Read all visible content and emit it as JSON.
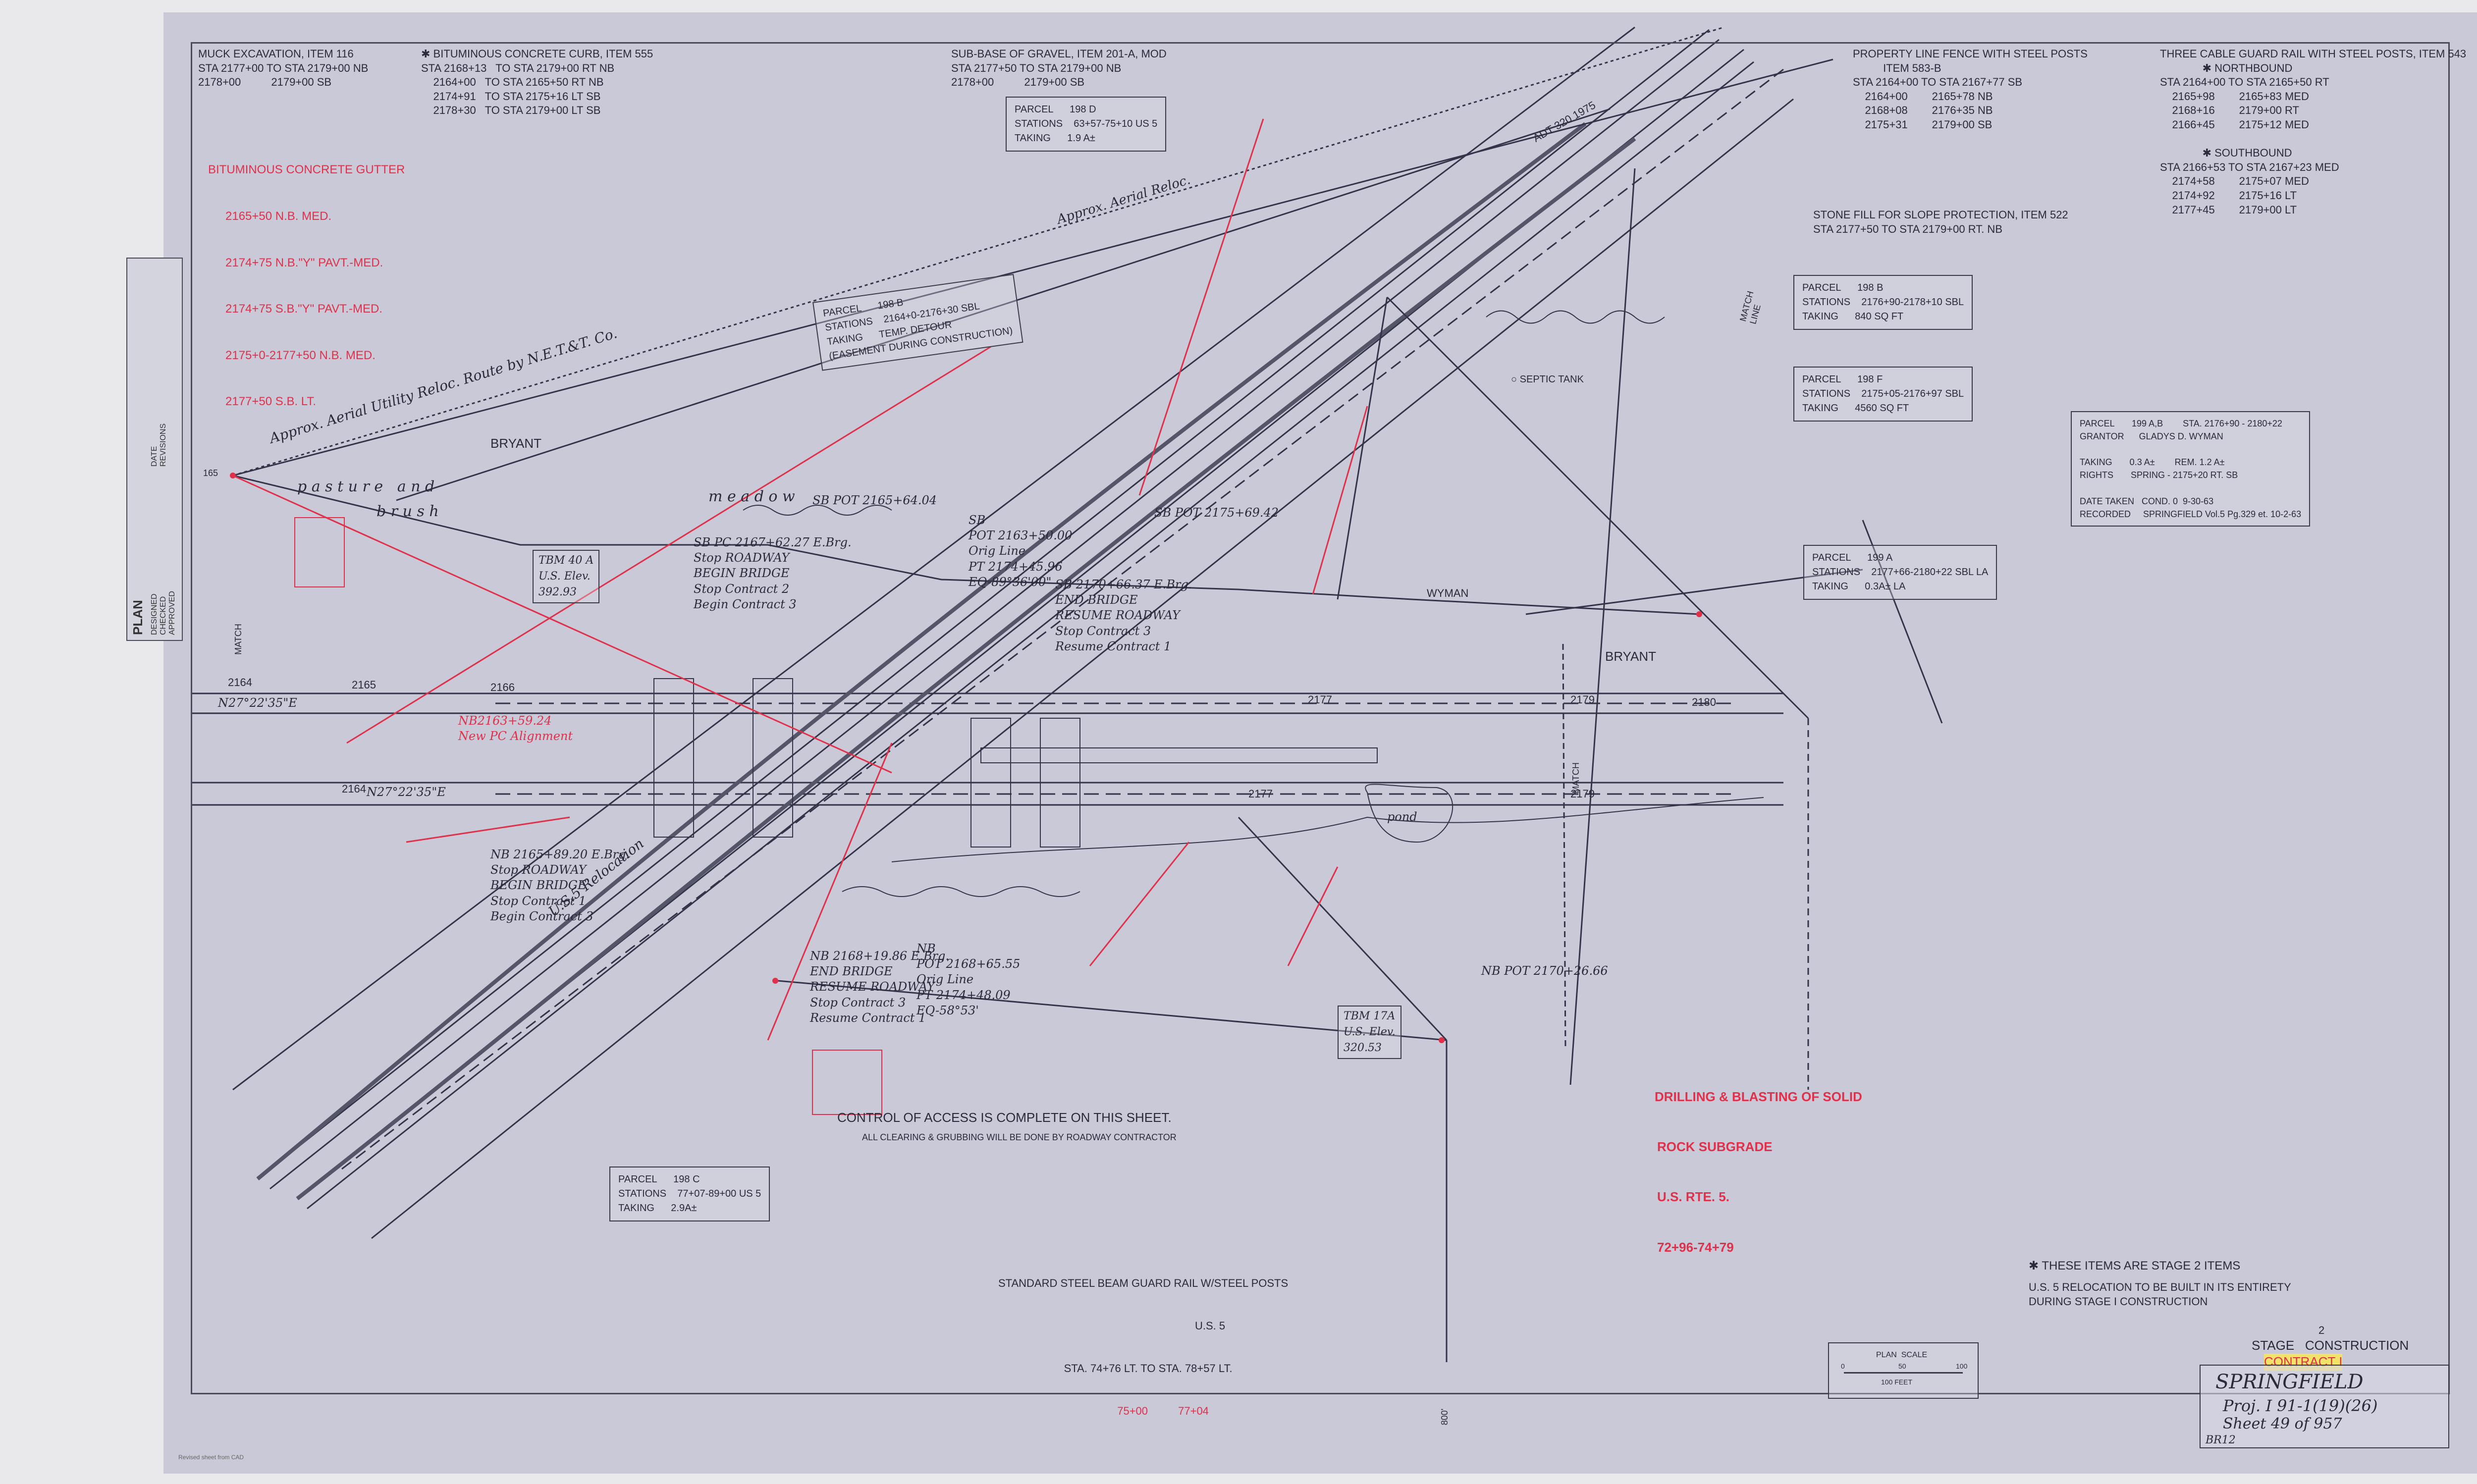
{
  "notes_top": {
    "muck": "MUCK EXCAVATION, ITEM 116\nSTA 2177+00 TO STA 2179+00 NB\n2178+00          2179+00 SB",
    "curb": "✱ BITUMINOUS CONCRETE CURB, ITEM 555\nSTA 2168+13   TO STA 2179+00 RT NB\n    2164+00   TO STA 2165+50 RT NB\n    2174+91   TO STA 2175+16 LT SB\n    2178+30   TO STA 2179+00 LT SB",
    "subbase": "SUB-BASE OF GRAVEL, ITEM 201-A, MOD\nSTA 2177+50 TO STA 2179+00 NB\n2178+00          2179+00 SB",
    "fence": "PROPERTY LINE FENCE WITH STEEL POSTS\n          ITEM 583-B\nSTA 2164+00 TO STA 2167+77 SB\n    2164+00        2165+78 NB\n    2168+08        2176+35 NB\n    2175+31        2179+00 SB",
    "guardrail": "THREE CABLE GUARD RAIL WITH STEEL POSTS, ITEM 543\n              ✱ NORTHBOUND\nSTA 2164+00 TO STA 2165+50 RT\n    2165+98        2165+83 MED\n    2168+16        2179+00 RT\n    2166+45        2175+12 MED\n\n              ✱ SOUTHBOUND\nSTA 2166+53 TO STA 2167+23 MED\n    2174+58        2175+07 MED\n    2174+92        2175+16 LT\n    2177+45        2179+00 LT"
  },
  "gutter": {
    "title": "BITUMINOUS CONCRETE GUTTER",
    "lines": [
      "2165+50 N.B. MED.",
      "2174+75 N.B.\"Y\" PAVT.-MED.",
      "2174+75 S.B.\"Y\" PAVT.-MED.",
      "2175+0-2177+50 N.B. MED.",
      "2177+50 S.B. LT."
    ]
  },
  "stone_fill": "STONE FILL FOR SLOPE PROTECTION, ITEM 522\nSTA 2177+50 TO STA 2179+00 RT. NB",
  "parcels": {
    "p198d": "PARCEL      198 D\nSTATIONS    63+57-75+10 US 5\nTAKING      1.9 A±",
    "p198b": "PARCEL      198 B\nSTATIONS    2176+90-2178+10 SBL\nTAKING      840 SQ FT",
    "p198f": "PARCEL      198 F\nSTATIONS    2175+05-2176+97 SBL\nTAKING      4560 SQ FT",
    "p199a": "PARCEL      199 A\nSTATIONS    2177+66-2180+22 SBL LA\nTAKING      0.3A± LA",
    "p198c": "PARCEL      198 C\nSTATIONS    77+07-89+00 US 5\nTAKING      2.9A±",
    "easement": "PARCEL      198 B\nSTATIONS    2164+0-2176+30 SBL\nTAKING      TEMP. DETOUR\n(EASEMENT DURING CONSTRUCTION)",
    "owner": "PARCEL       199 A,B        STA. 2176+90 - 2180+22\nGRANTOR      GLADYS D. WYMAN\n\nTAKING       0.3 A±        REM. 1.2 A±\nRIGHTS       SPRING - 2175+20 RT. SB\n\nDATE TAKEN   COND. 0  9-30-63\nRECORDED     SPRINGFIELD Vol.5 Pg.329 et. 10-2-63"
  },
  "map_labels": {
    "bryant_1": "BRYANT",
    "bryant_2": "BRYANT",
    "wyman": "WYMAN",
    "pasture": "p a s t u r e   a n d",
    "brush": "b r u s h",
    "meadow": "m e a d o w",
    "pond": "pond",
    "septic": "○ SEPTIC TANK",
    "match_left": "MATCH",
    "match_mid": "MATCH",
    "match_line": "MATCH\nLINE",
    "aerial_1": "Approx. Aerial Utility Reloc. Route by N.E.T.&T. Co.",
    "aerial_2": "Approx. Aerial Reloc.",
    "adt": "ADT 320 1975",
    "bearing_1": "N27°22'35\"E",
    "bearing_2": "N27°22'35\"E",
    "sta_2164": "2164",
    "sta_2165": "2165",
    "sta_2166": "2166",
    "sta_2177": "2177",
    "sta_2179": "2179",
    "sta_2180": "2180",
    "sta_2179b": "2179",
    "sta_2177b": "2177",
    "sta_2164b": "2164",
    "ohm_165": "165",
    "north_800": "800'"
  },
  "design_notes": {
    "sb_pot": "SB\nPOT 2163+50.00\nOrig Line\nPT 2174+45.96\nEQ-89°36'00\"",
    "sb_pc": "SB PC 2167+62.27 E.Brg.\nStop ROADWAY\nBEGIN BRIDGE\nStop Contract 2\nBegin Contract 3",
    "sb_pot2": "SB POT 2165+64.04",
    "sb_end": "SB 2170+66.37 E.Brg.\nEND BRIDGE\nRESUME ROADWAY\nStop Contract 3\nResume Contract 1",
    "sb_pot3": "SB POT 2175+69.42",
    "nb_pot": "NB POT 2170+26.66",
    "nb_begin": "NB 2165+89.20 E.Brg.\nStop ROADWAY\nBEGIN BRIDGE\nStop Contract 1\nBegin Contract 3",
    "nb_end": "NB 2168+19.86 E.Brg.\nEND BRIDGE\nRESUME ROADWAY\nStop Contract 3\nResume Contract 1",
    "nb_pot2": "NB\nPOT 2168+65.55\nOrig Line\nPT 2174+48.09\nEQ-58°53'",
    "nb_pc": "NB2163+59.24\nNew PC Alignment",
    "us5": "U.S.5 Relocation",
    "bm_1": "TBM 40 A\nU.S. Elev.\n392.93",
    "bm_2": "TBM 17A\nU.S. Elev.\n320.53"
  },
  "control_access": "CONTROL OF ACCESS IS COMPLETE ON THIS SHEET.",
  "clearing": "ALL CLEARING & GRUBBING WILL BE DONE BY ROADWAY CONTRACTOR",
  "drilling": {
    "lines": [
      "DRILLING & BLASTING OF SOLID",
      "ROCK SUBGRADE",
      "U.S. RTE. 5.",
      "72+96-74+79"
    ]
  },
  "beam_rail": {
    "title": "STANDARD STEEL BEAM GUARD RAIL W/STEEL POSTS",
    "route": "U.S. 5",
    "stations": "STA. 74+76 LT. TO STA. 78+57 LT.",
    "revised": "75+00          77+04"
  },
  "stage_notes": {
    "star": "✱ THESE ITEMS ARE STAGE 2 ITEMS",
    "relocation": "U.S. 5 RELOCATION TO BE BUILT IN ITS ENTIRETY\nDURING STAGE I CONSTRUCTION"
  },
  "scale": {
    "title": "PLAN  SCALE",
    "ticks": [
      "0",
      "50",
      "100"
    ],
    "unit": "100 FEET"
  },
  "stage": {
    "number": "2",
    "label": "STAGE   CONSTRUCTION",
    "contract": "CONTRACT I"
  },
  "title_block": {
    "town": "SPRINGFIELD",
    "project": "Proj. I 91-1(19)(26)",
    "sheet": "Sheet  49  of 957",
    "bridge": "BR12"
  },
  "left_strip": {
    "plan": "PLAN",
    "rows": [
      "DESIGNED",
      "CHECKED",
      "APPROVED",
      "DATE",
      "REVISIONS"
    ]
  },
  "footer_note": "Revised sheet from CAD"
}
